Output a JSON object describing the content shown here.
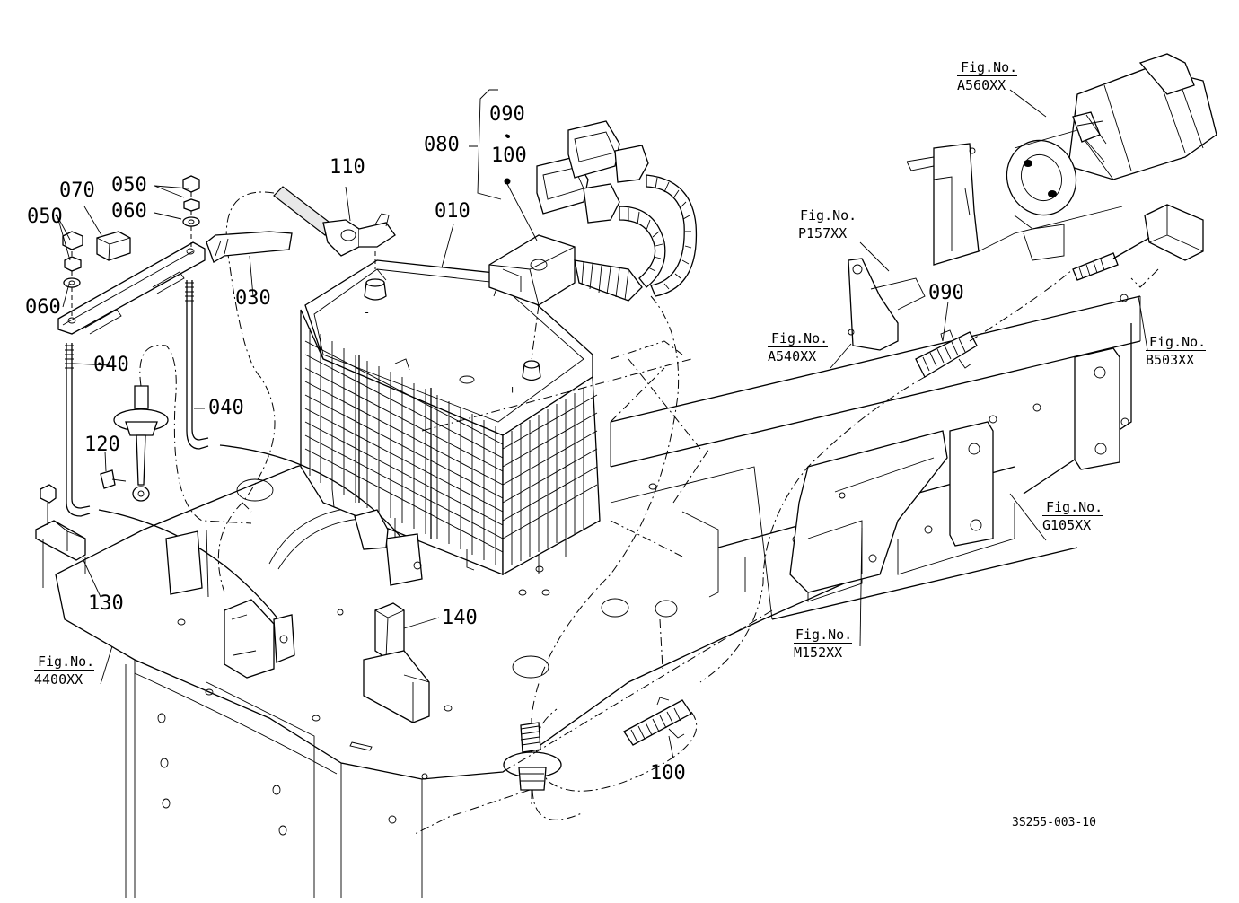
{
  "parts": [
    {
      "id": "p010",
      "number": "010"
    },
    {
      "id": "p030",
      "number": "030"
    },
    {
      "id": "p040a",
      "number": "040"
    },
    {
      "id": "p040b",
      "number": "040"
    },
    {
      "id": "p050a",
      "number": "050"
    },
    {
      "id": "p050b",
      "number": "050"
    },
    {
      "id": "p060a",
      "number": "060"
    },
    {
      "id": "p060b",
      "number": "060"
    },
    {
      "id": "p070",
      "number": "070"
    },
    {
      "id": "p080",
      "number": "080"
    },
    {
      "id": "p090a",
      "number": "090"
    },
    {
      "id": "p090b",
      "number": "090"
    },
    {
      "id": "p100a",
      "number": "100"
    },
    {
      "id": "p100b",
      "number": "100"
    },
    {
      "id": "p110",
      "number": "110"
    },
    {
      "id": "p120",
      "number": "120"
    },
    {
      "id": "p130",
      "number": "130"
    },
    {
      "id": "p140",
      "number": "140"
    }
  ],
  "group_separator": "•",
  "figure_refs": [
    {
      "id": "a560",
      "prefix": "Fig.No.",
      "code": "A560XX"
    },
    {
      "id": "p157",
      "prefix": "Fig.No.",
      "code": "P157XX"
    },
    {
      "id": "a540",
      "prefix": "Fig.No.",
      "code": "A540XX"
    },
    {
      "id": "b503",
      "prefix": "Fig.No.",
      "code": "B503XX"
    },
    {
      "id": "g105",
      "prefix": "Fig.No.",
      "code": "G105XX"
    },
    {
      "id": "m152",
      "prefix": "Fig.No.",
      "code": "M152XX"
    },
    {
      "id": "4400",
      "prefix": "Fig.No.",
      "code": "4400XX"
    }
  ],
  "drawing_id": "3S255-003-10",
  "battery_terminals": {
    "negative": "-",
    "positive": "+"
  },
  "icons": [
    "battery",
    "starter-motor",
    "battery-cable",
    "ground-cable",
    "harness-connector",
    "protective-sleeve",
    "grommet",
    "bracket",
    "frame"
  ],
  "colors": {
    "line": "#000000",
    "background": "#ffffff"
  }
}
